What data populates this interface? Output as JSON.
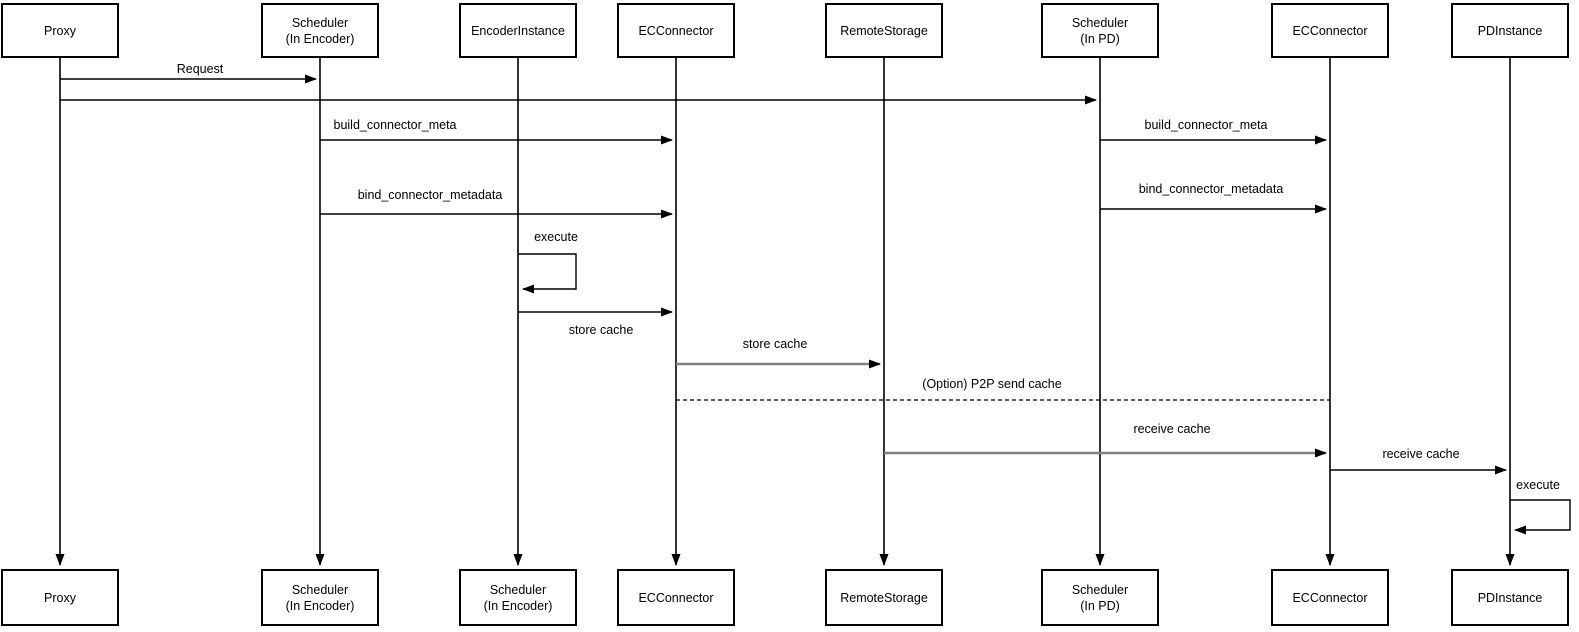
{
  "diagram": {
    "kind": "sequence-diagram",
    "actors_top": [
      "Proxy",
      "Scheduler\n(In Encoder)",
      "EncoderInstance",
      "ECConnector",
      "RemoteStorage",
      "Scheduler\n(In PD)",
      "ECConnector",
      "PDInstance"
    ],
    "actors_bottom": [
      "Proxy",
      "Scheduler\n(In Encoder)",
      "Scheduler\n(In Encoder)",
      "ECConnector",
      "RemoteStorage",
      "Scheduler\n(In PD)",
      "ECConnector",
      "PDInstance"
    ],
    "messages": [
      {
        "label": "Request",
        "from_col": 0,
        "to_col": 1,
        "style": "solid",
        "label_side": "above"
      },
      {
        "label": "",
        "from_col": 0,
        "to_col": 5,
        "style": "solid",
        "label_side": "none"
      },
      {
        "label": "build_connector_meta",
        "from_col": 1,
        "to_col": 3,
        "style": "solid",
        "label_side": "above"
      },
      {
        "label": "build_connector_meta",
        "from_col": 5,
        "to_col": 6,
        "style": "solid",
        "label_side": "above"
      },
      {
        "label": "bind_connector_metadata",
        "from_col": 5,
        "to_col": 6,
        "style": "solid",
        "label_side": "above"
      },
      {
        "label": "bind_connector_metadata",
        "from_col": 1,
        "to_col": 3,
        "style": "solid",
        "label_side": "above"
      },
      {
        "label": "execute",
        "from_col": 2,
        "to_col": 2,
        "style": "self-loop",
        "label_side": "above"
      },
      {
        "label": "store cache",
        "from_col": 2,
        "to_col": 3,
        "style": "solid",
        "label_side": "below"
      },
      {
        "label": "store cache",
        "from_col": 3,
        "to_col": 4,
        "style": "solid-gray",
        "label_side": "above"
      },
      {
        "label": "(Option) P2P send cache",
        "from_col": 3,
        "to_col": 6,
        "style": "dashed-no-arrow",
        "label_side": "above"
      },
      {
        "label": "receive cache",
        "from_col": 4,
        "to_col": 6,
        "style": "solid-gray",
        "label_side": "above"
      },
      {
        "label": "receive cache",
        "from_col": 6,
        "to_col": 7,
        "style": "solid",
        "label_side": "above"
      },
      {
        "label": "execute",
        "from_col": 7,
        "to_col": 7,
        "style": "self-loop",
        "label_side": "above"
      }
    ],
    "colors": {
      "line": "#000000",
      "gray_line": "#808080",
      "box_border": "#000000",
      "box_fill": "#ffffff",
      "text": "#000000",
      "background": "#ffffff"
    }
  }
}
